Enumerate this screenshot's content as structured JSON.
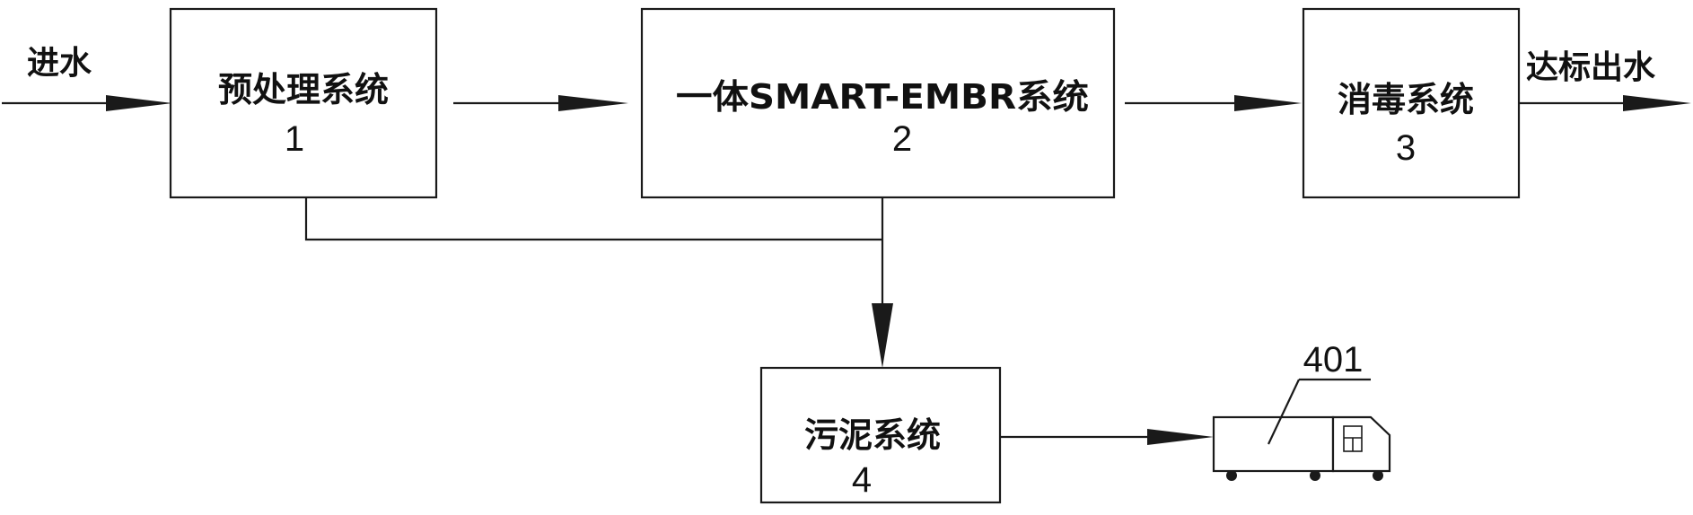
{
  "diagram": {
    "inlet_label": "进水",
    "outlet_label": "达标出水",
    "nodes": [
      {
        "id": "pretreatment",
        "name": "预处理系统",
        "number": "1"
      },
      {
        "id": "smart_embr",
        "name": "一体SMART-EMBR系统",
        "number": "2"
      },
      {
        "id": "disinfection",
        "name": "消毒系统",
        "number": "3"
      },
      {
        "id": "sludge",
        "name": "污泥系统",
        "number": "4"
      }
    ],
    "truck_label": "401"
  }
}
